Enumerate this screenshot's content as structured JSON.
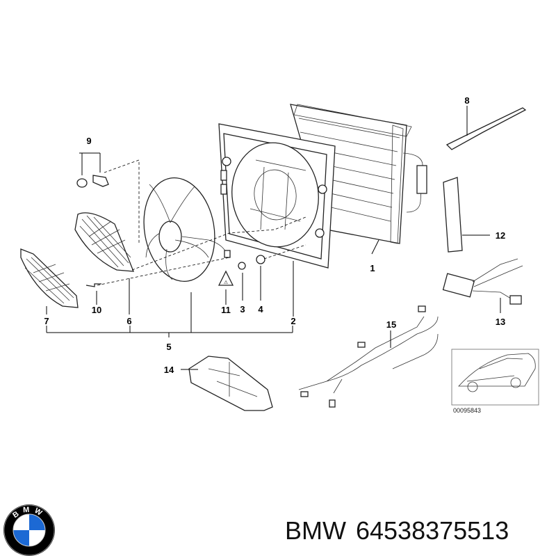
{
  "diagram": {
    "callouts": {
      "c1": "1",
      "c2": "2",
      "c3": "3",
      "c4": "4",
      "c5": "5",
      "c6": "6",
      "c7": "7",
      "c8": "8",
      "c9": "9",
      "c10": "10",
      "c11": "11",
      "c12": "12",
      "c13": "13",
      "c14": "14",
      "c15": "15"
    },
    "reference_code": "00095843",
    "warning_label_glyph": "⚠"
  },
  "footer": {
    "brand": "BMW",
    "part_number": "64538375513"
  },
  "logo": {
    "letters": [
      "B",
      "M",
      "W"
    ],
    "colors": {
      "blue": "#1c69d4",
      "white": "#ffffff",
      "ring": "#000000"
    }
  }
}
